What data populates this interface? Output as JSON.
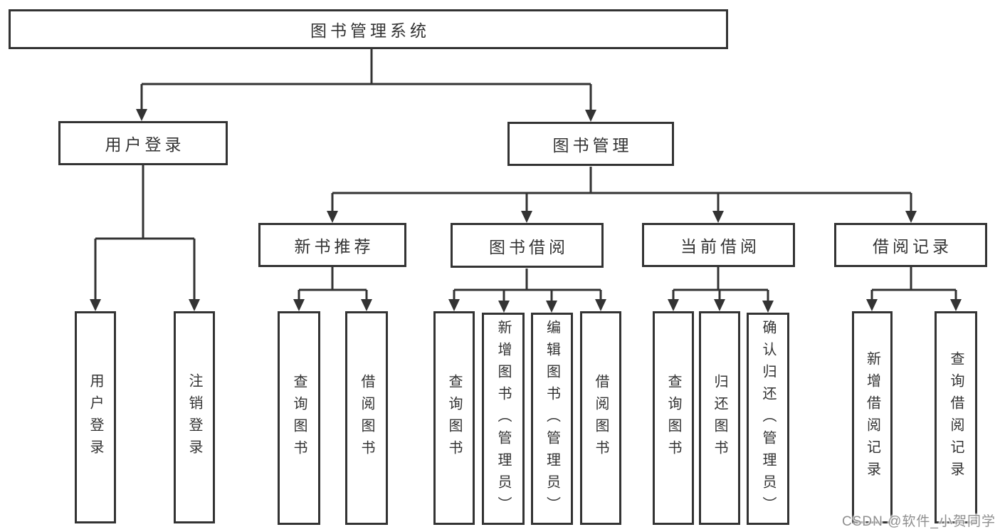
{
  "tree": {
    "root": {
      "label": "图书管理系统"
    },
    "branches": [
      {
        "label": "用户登录",
        "children": [
          "用户登录",
          "注销登录"
        ]
      },
      {
        "label": "图书管理",
        "groups": [
          {
            "label": "新书推荐",
            "children": [
              "查询图书",
              "借阅图书"
            ]
          },
          {
            "label": "图书借阅",
            "children": [
              "查询图书",
              "新增图书（管理员）",
              "编辑图书（管理员）",
              "借阅图书"
            ]
          },
          {
            "label": "当前借阅",
            "children": [
              "查询图书",
              "归还图书",
              "确认归还（管理员）"
            ]
          },
          {
            "label": "借阅记录",
            "children": [
              "新增借阅记录",
              "查询借阅记录"
            ]
          }
        ]
      }
    ]
  },
  "watermark": {
    "text": "CSDN @软件_小贺同学"
  },
  "colors": {
    "line": "#333333",
    "box_border": "#333333",
    "text": "#333333",
    "watermark": "#8f8f8f",
    "background": "#ffffff"
  }
}
